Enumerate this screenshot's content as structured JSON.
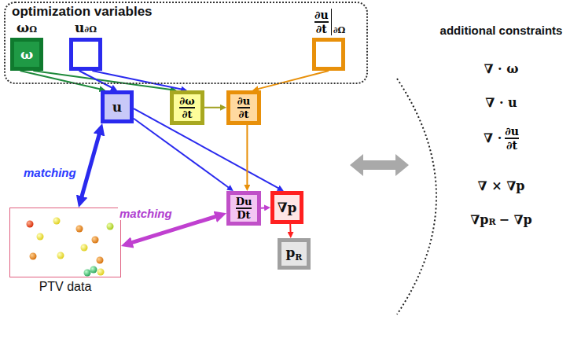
{
  "diagram": {
    "nodes": [
      {
        "text": [
          "optimization variables"
        ]
      },
      {
        "text": [
          "ω",
          "Ω",
          "ω"
        ],
        "in": 0
      },
      {
        "text": [
          "u",
          "∂Ω"
        ],
        "in": 0
      },
      {
        "text": [
          "∂u",
          "∂t",
          "∂Ω"
        ],
        "in": 0
      },
      {
        "text": [
          "u"
        ]
      },
      {
        "text": [
          "∂ω",
          "∂t"
        ]
      },
      {
        "text": [
          "∂u",
          "∂t"
        ]
      },
      {
        "text": [
          "PTV data"
        ]
      },
      {
        "text": [
          "Du",
          "Dt"
        ]
      },
      {
        "text": [
          "∇p"
        ]
      },
      {
        "text": [
          "p",
          "R"
        ]
      }
    ],
    "edges": [
      {
        "from": 1,
        "to": 4,
        "arrow": "to"
      },
      {
        "from": 1,
        "to": 5,
        "arrow": "to"
      },
      {
        "from": 2,
        "to": 4,
        "arrow": "to"
      },
      {
        "from": 2,
        "to": 5,
        "arrow": "to"
      },
      {
        "from": 3,
        "to": 6,
        "arrow": "to"
      },
      {
        "from": 5,
        "to": 6,
        "arrow": "to"
      },
      {
        "from": 4,
        "to": 7,
        "label": "matching",
        "arrow": "both"
      },
      {
        "from": 4,
        "to": 8,
        "arrow": "to"
      },
      {
        "from": 4,
        "to": 9,
        "arrow": "to"
      },
      {
        "from": 6,
        "to": 8,
        "arrow": "to"
      },
      {
        "from": 8,
        "to": 9,
        "arrow": "to"
      },
      {
        "from": 9,
        "to": 10,
        "arrow": "to"
      },
      {
        "from": 7,
        "to": 8,
        "label": "matching",
        "arrow": "both"
      }
    ],
    "labels": [
      "additional constraints",
      "∇ · ω",
      "∇ · u",
      "∇ ·",
      "∂u",
      "∂t",
      "∇ × ∇p",
      "∇p",
      "R",
      "− ∇p"
    ]
  }
}
